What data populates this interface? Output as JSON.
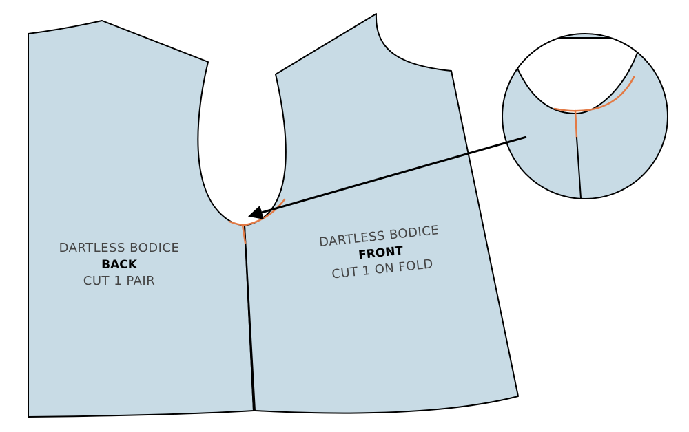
{
  "back_piece": {
    "line1": "DARTLESS BODICE",
    "line2": "BACK",
    "line3": "CUT 1 PAIR"
  },
  "front_piece": {
    "line1": "DARTLESS BODICE",
    "line2": "FRONT",
    "line3": "CUT 1 ON FOLD"
  },
  "colors": {
    "fabric": "#c8dbe5",
    "outline": "#000000",
    "accent": "#e37a45",
    "text": "#444444"
  }
}
